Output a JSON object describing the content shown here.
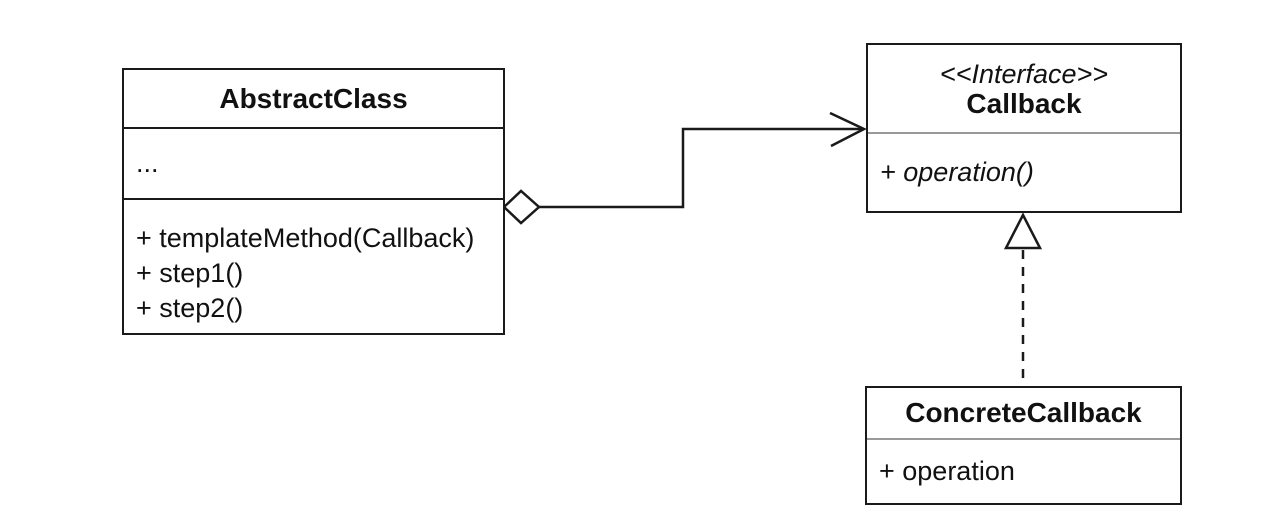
{
  "diagram": {
    "background_color": "#ffffff",
    "stroke_color": "#1a1a1a",
    "divider_color": "#999999",
    "classes": {
      "abstract_class": {
        "title": "AbstractClass",
        "attributes": [
          "..."
        ],
        "methods": [
          "+ templateMethod(Callback)",
          "+ step1()",
          "+ step2()"
        ]
      },
      "callback": {
        "stereotype": "<<Interface>>",
        "title": "Callback",
        "methods": [
          "+ operation()"
        ]
      },
      "concrete_callback": {
        "title": "ConcreteCallback",
        "methods": [
          "+ operation"
        ]
      }
    },
    "relationships": [
      {
        "type": "aggregation",
        "from": "AbstractClass",
        "to": "Callback"
      },
      {
        "type": "realization",
        "from": "ConcreteCallback",
        "to": "Callback"
      }
    ]
  }
}
